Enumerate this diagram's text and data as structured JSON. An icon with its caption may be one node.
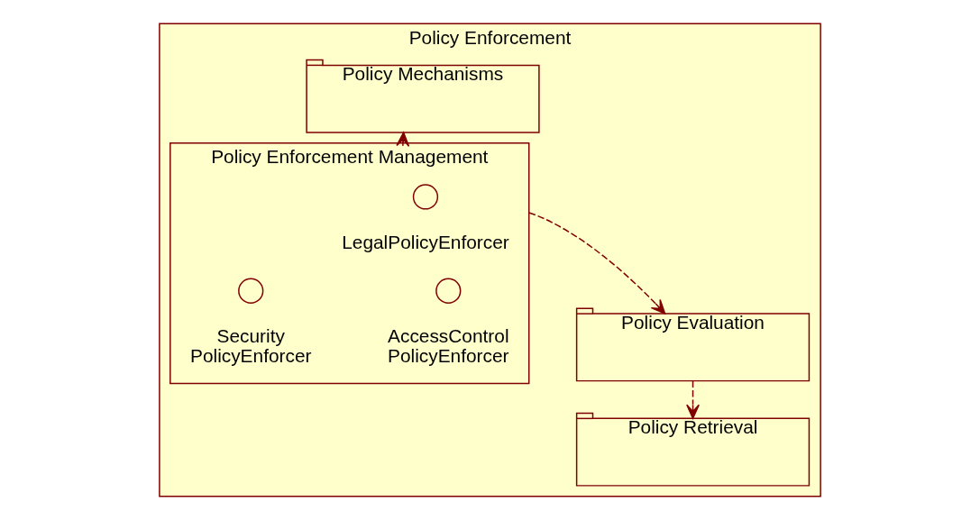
{
  "diagram": {
    "nodes": [
      {
        "text": [
          "Policy Enforcement"
        ]
      },
      {
        "text": [
          "Policy Enforcement Management"
        ],
        "in": 0
      },
      {
        "text": [],
        "shape": "circle",
        "beside": [
          "LegalPolicyEnforcer"
        ],
        "in": 1
      },
      {
        "text": [],
        "shape": "circle",
        "beside": [
          "Security PolicyEnforcer"
        ],
        "in": 1
      },
      {
        "text": [],
        "shape": "circle",
        "beside": [
          "AccessControl PolicyEnforcer"
        ],
        "in": 1
      },
      {
        "text": [
          "Policy Mechanisms"
        ],
        "in": 0
      },
      {
        "text": [
          "Policy Evaluation"
        ],
        "in": 0
      },
      {
        "text": [
          "Policy Retrieval"
        ],
        "in": 0
      }
    ],
    "edges": [
      {
        "from": 1,
        "to": 5,
        "arrow": "to",
        "style": "dashed"
      },
      {
        "from": 1,
        "to": 6,
        "arrow": "to",
        "style": "dashed"
      },
      {
        "from": 6,
        "to": 7,
        "arrow": "to",
        "style": "dashed"
      }
    ]
  }
}
